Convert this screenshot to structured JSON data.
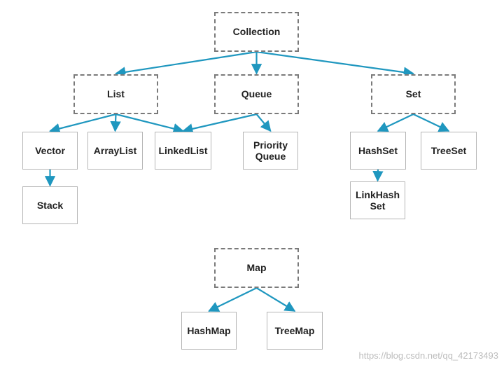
{
  "colors": {
    "connector": "#1f97bf",
    "dashed_border": "#7a7a7a",
    "solid_border": "#b5b5b5"
  },
  "nodes": {
    "collection": {
      "label": "Collection",
      "kind": "interface"
    },
    "list": {
      "label": "List",
      "kind": "interface"
    },
    "queue": {
      "label": "Queue",
      "kind": "interface"
    },
    "set": {
      "label": "Set",
      "kind": "interface"
    },
    "vector": {
      "label": "Vector",
      "kind": "class"
    },
    "arraylist": {
      "label": "ArrayList",
      "kind": "class"
    },
    "linkedlist": {
      "label": "LinkedList",
      "kind": "class"
    },
    "priorityqueue": {
      "label": "Priority\nQueue",
      "kind": "class"
    },
    "hashset": {
      "label": "HashSet",
      "kind": "class"
    },
    "treeset": {
      "label": "TreeSet",
      "kind": "class"
    },
    "stack": {
      "label": "Stack",
      "kind": "class"
    },
    "linkhashset": {
      "label": "LinkHash\nSet",
      "kind": "class"
    },
    "map": {
      "label": "Map",
      "kind": "interface"
    },
    "hashmap": {
      "label": "HashMap",
      "kind": "class"
    },
    "treemap": {
      "label": "TreeMap",
      "kind": "class"
    }
  },
  "edges": [
    [
      "collection",
      "list"
    ],
    [
      "collection",
      "queue"
    ],
    [
      "collection",
      "set"
    ],
    [
      "list",
      "vector"
    ],
    [
      "list",
      "arraylist"
    ],
    [
      "list",
      "linkedlist"
    ],
    [
      "queue",
      "linkedlist"
    ],
    [
      "queue",
      "priorityqueue"
    ],
    [
      "set",
      "hashset"
    ],
    [
      "set",
      "treeset"
    ],
    [
      "vector",
      "stack"
    ],
    [
      "hashset",
      "linkhashset"
    ],
    [
      "map",
      "hashmap"
    ],
    [
      "map",
      "treemap"
    ]
  ],
  "watermark": "https://blog.csdn.net/qq_42173493"
}
